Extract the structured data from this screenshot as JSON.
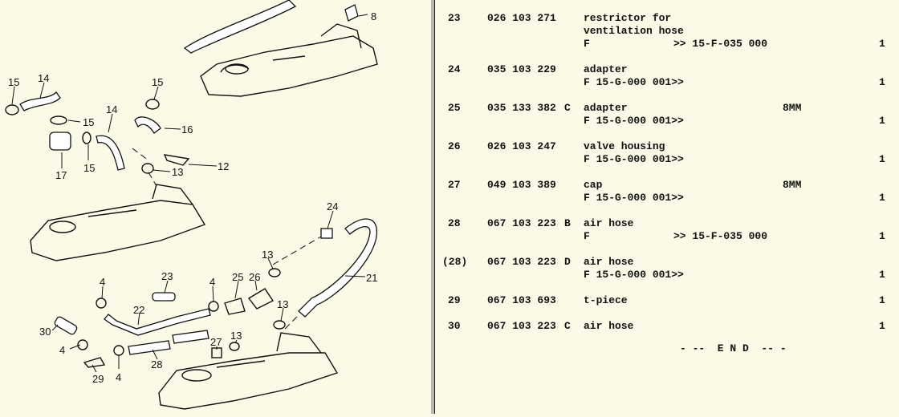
{
  "callouts": [
    "8",
    "15",
    "14",
    "15",
    "15",
    "16",
    "14",
    "17",
    "15",
    "13",
    "12",
    "24",
    "21",
    "13",
    "4",
    "23",
    "4",
    "25",
    "26",
    "22",
    "13",
    "30",
    "4",
    "13",
    "27",
    "28",
    "29",
    "4"
  ],
  "parts": [
    {
      "item": "23",
      "part_no": "026 103 271",
      "suffix": "",
      "desc": [
        "restrictor for",
        "ventilation hose"
      ],
      "model": "F",
      "range": ">> 15-F-035 000",
      "note": "",
      "qty": "1"
    },
    {
      "item": "24",
      "part_no": "035 103 229",
      "suffix": "",
      "desc": [
        "adapter"
      ],
      "model": "F 15-G-000 001>>",
      "range": "",
      "note": "",
      "qty": "1"
    },
    {
      "item": "25",
      "part_no": "035 133 382",
      "suffix": "C",
      "desc": [
        "adapter"
      ],
      "model": "F 15-G-000 001>>",
      "range": "",
      "note": "8MM",
      "qty": "1"
    },
    {
      "item": "26",
      "part_no": "026 103 247",
      "suffix": "",
      "desc": [
        "valve housing"
      ],
      "model": "F 15-G-000 001>>",
      "range": "",
      "note": "",
      "qty": "1"
    },
    {
      "item": "27",
      "part_no": "049 103 389",
      "suffix": "",
      "desc": [
        "cap"
      ],
      "model": "F 15-G-000 001>>",
      "range": "",
      "note": "8MM",
      "qty": "1"
    },
    {
      "item": "28",
      "part_no": "067 103 223",
      "suffix": "B",
      "desc": [
        "air hose"
      ],
      "model": "F",
      "range": ">> 15-F-035 000",
      "note": "",
      "qty": "1"
    },
    {
      "item": "(28)",
      "part_no": "067 103 223",
      "suffix": "D",
      "desc": [
        "air hose"
      ],
      "model": "F 15-G-000 001>>",
      "range": "",
      "note": "",
      "qty": "1"
    },
    {
      "item": "29",
      "part_no": "067 103 693",
      "suffix": "",
      "desc": [
        "t-piece"
      ],
      "model": "",
      "range": "",
      "note": "",
      "qty": "1"
    },
    {
      "item": "30",
      "part_no": "067 103 223",
      "suffix": "C",
      "desc": [
        "air hose"
      ],
      "model": "",
      "range": "",
      "note": "",
      "qty": "1"
    }
  ],
  "end_marker": "- --  E N D  -- -"
}
